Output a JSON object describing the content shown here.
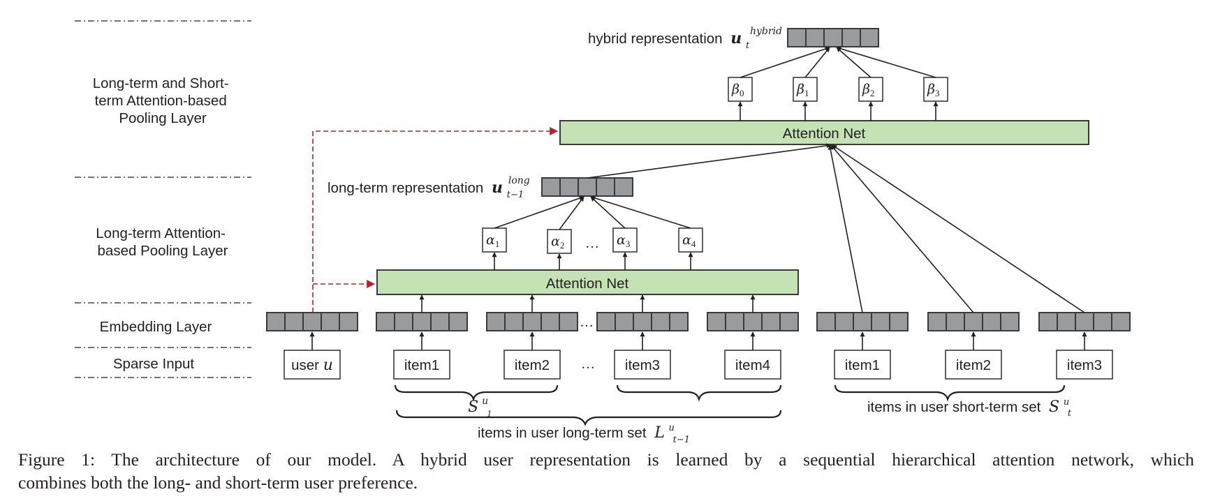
{
  "figure": {
    "layers": [
      {
        "id": "pooling-ls",
        "lines": [
          "Long-term and Short-",
          "term Attention-based",
          "Pooling  Layer"
        ]
      },
      {
        "id": "pooling-l",
        "lines": [
          "Long-term Attention-",
          "based Pooling  Layer"
        ]
      },
      {
        "id": "embedding",
        "lines": [
          "Embedding  Layer"
        ]
      },
      {
        "id": "sparse",
        "lines": [
          "Sparse Input"
        ]
      }
    ],
    "hybrid": {
      "label": "hybrid representation",
      "symbol": "u",
      "sub": "t",
      "sup": "hybrid"
    },
    "long": {
      "label": "long-term representation",
      "symbol": "u",
      "sub": "t−1",
      "sup": "long"
    },
    "attention_upper": "Attention Net",
    "attention_lower": "Attention Net",
    "betas": [
      {
        "sym": "β",
        "sub": "0"
      },
      {
        "sym": "β",
        "sub": "1"
      },
      {
        "sym": "β",
        "sub": "2"
      },
      {
        "sym": "β",
        "sub": "3"
      }
    ],
    "alphas": [
      {
        "sym": "α",
        "sub": "1"
      },
      {
        "sym": "α",
        "sub": "2"
      },
      {
        "sym": "α",
        "sub": "3"
      },
      {
        "sym": "α",
        "sub": "4"
      }
    ],
    "ellipsis": "…",
    "user_input": {
      "text": "user",
      "var": "u"
    },
    "long_items": [
      "item1",
      "item2",
      "item3",
      "item4"
    ],
    "short_items": [
      "item1",
      "item2",
      "item3"
    ],
    "s1": {
      "sym": "S",
      "sub": "1",
      "sup": "u"
    },
    "long_set": {
      "text": "items in user long-term set",
      "sym": "L",
      "sub": "t−1",
      "sup": "u"
    },
    "short_set": {
      "text": "items in user short-term set",
      "sym": "S",
      "sub": "t",
      "sup": "u"
    },
    "colors": {
      "attention_fill": "#c5e2b5",
      "embedding_fill": "#9a9b9d",
      "user_link": "#b5202a",
      "stroke": "#231f20"
    }
  },
  "caption": {
    "line1": "Figure 1:  The architecture of our model.  A hybrid user representation is learned by a sequential hierarchical attention network, which",
    "line2": "combines both the long- and short-term user preference."
  }
}
